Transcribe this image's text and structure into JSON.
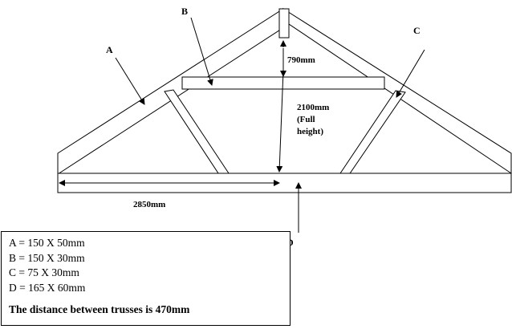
{
  "labels": {
    "a": "A",
    "b": "B",
    "c": "C",
    "d": "D"
  },
  "dimensions": {
    "top_gap": "790mm",
    "full_height_1": "2100mm",
    "full_height_2": "(Full",
    "full_height_3": "height)",
    "half_span": "2850mm"
  },
  "legend": {
    "items": [
      "A = 150 X 50mm",
      "B = 150 X 30mm",
      "C = 75 X 30mm",
      "D = 165 X 60mm"
    ],
    "note": "The distance between trusses is 470mm"
  }
}
